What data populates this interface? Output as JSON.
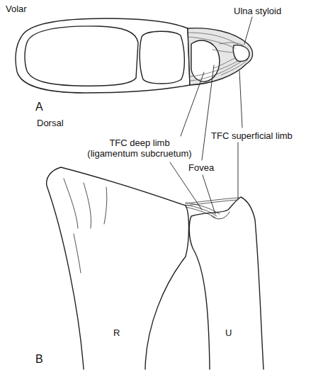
{
  "diagram": {
    "labels": [
      "Volar",
      "Ulna styloid",
      "A",
      "Dorsal",
      "TFC superficial limb",
      "TFC deep limb (ligamentum subcruetum)",
      "Fovea",
      "B",
      "R",
      "U"
    ]
  }
}
